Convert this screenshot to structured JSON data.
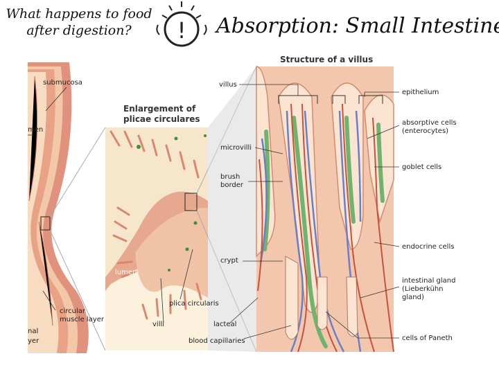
{
  "header": {
    "question_line1": "What happens to food",
    "question_line2": "after digestion?",
    "title": "Absorption: Small Intestine"
  },
  "logo": {
    "icon": "exclamation-icon",
    "glyph": "!"
  },
  "diagram": {
    "villus_title": "Structure of a villus",
    "plicae_title_line1": "Enlargement of",
    "plicae_title_line2": "plicae circulares",
    "labels": {
      "submucosa": "submucosa",
      "lumen_left": "men",
      "lumen_inset": "lumen",
      "circular_muscle_line1": "circular",
      "circular_muscle_line2": "muscle layer",
      "longitudinal_line1": "nal",
      "longitudinal_line2": "yer",
      "plica_circularis": "plica circularis",
      "villi": "villi",
      "lacteal": "lacteal",
      "blood_capillaries": "blood capillaries",
      "villus": "villus",
      "microvilli": "microvilli",
      "brush_border_line1": "brush",
      "brush_border_line2": "border",
      "crypt": "crypt",
      "epithelium": "epithelium",
      "absorptive_cells_line1": "absorptive cells",
      "absorptive_cells_line2": "(enterocytes)",
      "goblet_cells": "goblet cells",
      "endocrine_cells": "endocrine cells",
      "intestinal_gland_line1": "intestinal gland",
      "intestinal_gland_line2": "(Lieberkühn",
      "intestinal_gland_line3": "gland)",
      "paneth_cells": "cells of Paneth"
    }
  },
  "colors": {
    "tissue": "#e8b9a3",
    "tissue_dark": "#c98b72",
    "inset_bg": "#e6a88e",
    "lumen": "#fbf1dc",
    "lacteal": "#6fb36f",
    "vein": "#6a7fc7",
    "artery": "#c8503c"
  }
}
